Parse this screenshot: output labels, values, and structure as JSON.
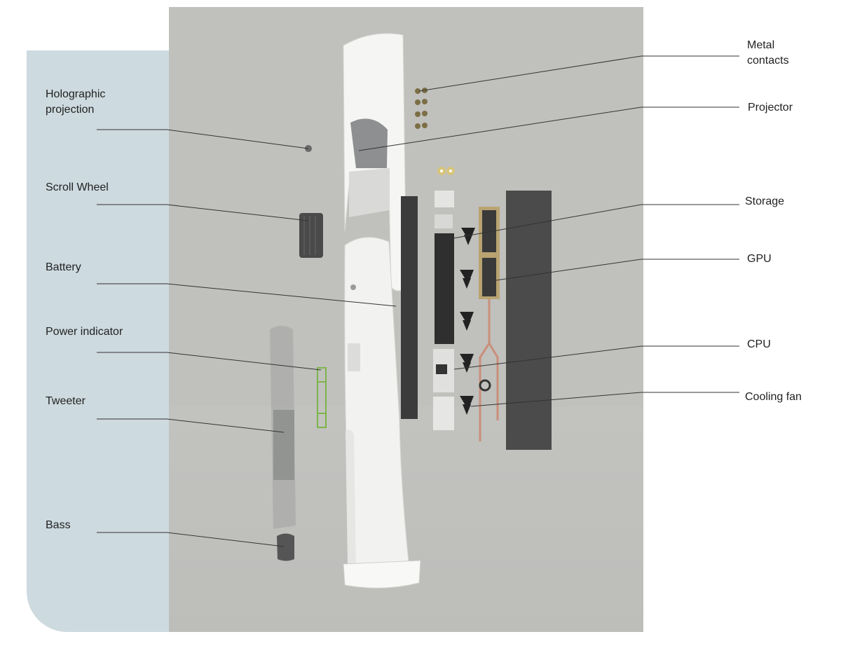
{
  "left_labels": [
    {
      "id": "holographic-projection",
      "text": "Holographic\nprojection"
    },
    {
      "id": "scroll-wheel",
      "text": "Scroll Wheel"
    },
    {
      "id": "battery",
      "text": "Battery"
    },
    {
      "id": "power-indicator",
      "text": "Power indicator"
    },
    {
      "id": "tweeter",
      "text": "Tweeter"
    },
    {
      "id": "bass",
      "text": "Bass"
    }
  ],
  "right_labels": [
    {
      "id": "metal-contacts",
      "text": "Metal\ncontacts"
    },
    {
      "id": "projector",
      "text": "Projector"
    },
    {
      "id": "storage",
      "text": "Storage"
    },
    {
      "id": "gpu",
      "text": "GPU"
    },
    {
      "id": "cpu",
      "text": "CPU"
    },
    {
      "id": "cooling-fan",
      "text": "Cooling fan"
    }
  ],
  "colors": {
    "side_panel": "#cddadf",
    "stage": "#c0c0bd",
    "leader_line": "#333333",
    "shell": "#f4f4f2",
    "power_indicator": "#7db54a",
    "board": "#3a3a3a",
    "copper": "#c98f7a"
  }
}
